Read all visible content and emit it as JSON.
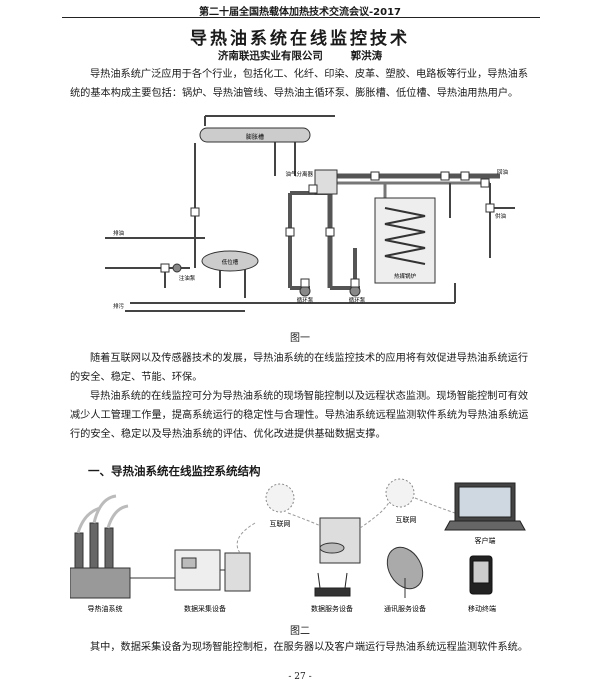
{
  "header": {
    "conference": "第二十届全国热载体加热技术交流会议-2017"
  },
  "title": "导热油系统在线监控技术",
  "authors": {
    "company": "济南联迅实业有限公司",
    "name": "郭洪涛"
  },
  "paragraphs": {
    "intro": "导热油系统广泛应用于各个行业，包括化工、化纤、印染、皮革、塑胶、电路板等行业，导热油系统的基本构成主要包括：锅炉、导热油管线、导热油主循环泵、膨胀槽、低位槽、导热油用热用户。",
    "p2": "随着互联网以及传感器技术的发展，导热油系统的在线监控技术的应用将有效促进导热油系统运行的安全、稳定、节能、环保。",
    "p3": "导热油系统的在线监控可分为导热油系统的现场智能控制以及远程状态监测。现场智能控制可有效减少人工管理工作量，提高系统运行的稳定性与合理性。导热油系统远程监测软件系统为导热油系统运行的安全、稳定以及导热油系统的评估、优化改进提供基础数据支撑。",
    "p4": "其中，数据采集设备为现场智能控制柜，在服务器以及客户端运行导热油系统远程监测软件系统。"
  },
  "figure1": {
    "caption": "图一",
    "labels": {
      "expansion_tank": "膨胀槽",
      "gas_separator": "油气分离器",
      "low_tank": "低位槽",
      "boiler": "热媒锅炉",
      "circ_pump": "循环泵",
      "fill_pump": "注油泵",
      "return": "回油",
      "supply": "供油",
      "drain": "排油",
      "drain2": "排污"
    }
  },
  "section1": "一、导热油系统在线监控系统结构",
  "figure2": {
    "caption": "图二",
    "labels": {
      "internet_left": "互联网",
      "internet_right": "互联网",
      "client": "客户端",
      "system": "导热油系统",
      "collector": "数据采集设备",
      "server": "数据服务设备",
      "comm": "通讯服务设备",
      "mobile": "移动终端"
    }
  },
  "footer": "- 27 -"
}
